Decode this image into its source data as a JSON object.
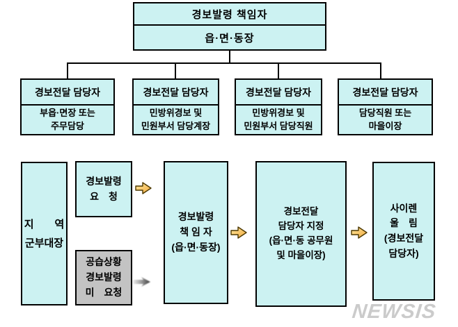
{
  "org_chart": {
    "root": {
      "title": "경보발령 책임자",
      "subtitle": "읍·면·동장"
    },
    "children": [
      {
        "title": "경보전달 담당자",
        "subtitle": "부읍·면장 또는\n주무담당"
      },
      {
        "title": "경보전달 담당자",
        "subtitle": "민방위경보 및\n민원부서 담당계장"
      },
      {
        "title": "경보전달 담당자",
        "subtitle": "민방위경보 및\n민원부서 담당직원"
      },
      {
        "title": "경보전달 담당자",
        "subtitle": "담당직원 또는\n마을이장"
      }
    ]
  },
  "flow": {
    "commander": "지　　역\n군부대장",
    "request": "경보발령\n요　청",
    "no_request": "공습상황\n경보발령\n미　요청",
    "issuer": "경보발령\n책 임 자\n(읍·면·동장)",
    "designate": "경보전달\n담당자 지정\n(읍·면·동 공무원\n및 마을이장)",
    "siren": "사이렌\n울　림\n(경보전달\n담당자)"
  },
  "watermark": "NEWSIS",
  "colors": {
    "box_fill": "#ccf2f2",
    "gray_box_fill": "#c3c3c3",
    "border": "#000000",
    "arrow_yellow_light": "#ffe9a0",
    "arrow_yellow_dark": "#f0a83c",
    "arrow_gray_dark": "#3a3a3a"
  }
}
